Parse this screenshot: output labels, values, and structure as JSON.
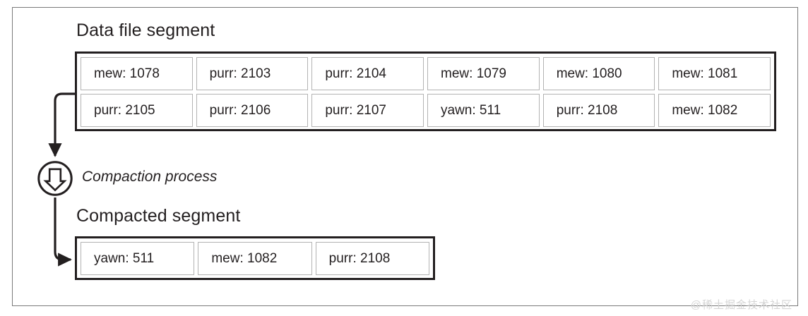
{
  "figure": {
    "data_file_segment": {
      "heading": "Data file segment",
      "rows": [
        [
          "mew: 1078",
          "purr: 2103",
          "purr: 2104",
          "mew: 1079",
          "mew: 1080",
          "mew: 1081"
        ],
        [
          "purr: 2105",
          "purr: 2106",
          "purr: 2107",
          "yawn: 511",
          "purr: 2108",
          "mew: 1082"
        ]
      ]
    },
    "compaction": {
      "label": "Compaction process",
      "icon": "down-arrow-in-circle-icon"
    },
    "compacted_segment": {
      "heading": "Compacted segment",
      "rows": [
        [
          "yawn: 511",
          "mew: 1082",
          "purr: 2108"
        ]
      ]
    },
    "connectors": [
      {
        "name": "data-file-to-compaction-arrow",
        "from": "data-file-segment",
        "to": "compaction-node"
      },
      {
        "name": "compaction-to-compacted-arrow",
        "from": "compaction-node",
        "to": "compacted-segment"
      }
    ],
    "watermark": "@稀土掘金技术社区",
    "colors": {
      "ink": "#231f20",
      "cell_border": "#b3b3b3",
      "frame": "#7a7a7a",
      "background": "#ffffff",
      "watermark": "#d5d5d5"
    }
  }
}
